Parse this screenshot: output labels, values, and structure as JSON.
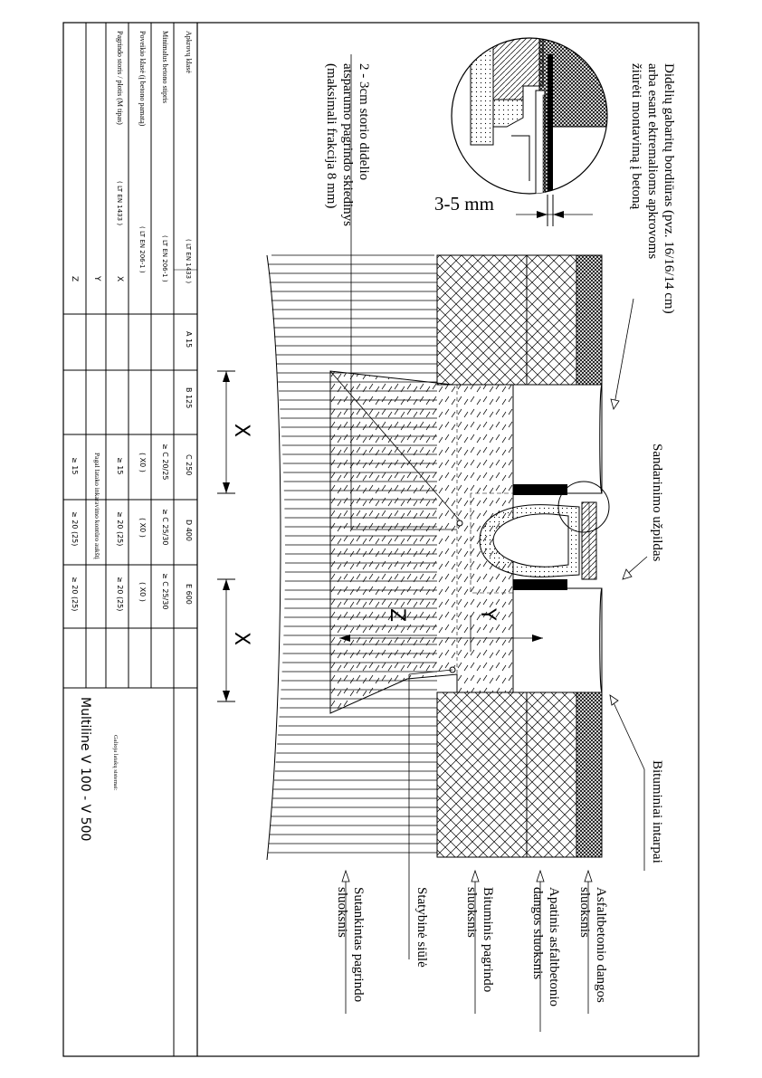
{
  "callouts": {
    "large_curbs": [
      "Didelių gabaritų bordiūras (pvz. 16/16/14 cm)",
      "arba esant ektremalioms apkrovoms",
      "žiūrėti montavimą į betoną"
    ],
    "gap": "3-5 mm",
    "sealant": "Sandarinimo užpildas",
    "bitumen_inserts": "Bituminiai intarpai",
    "gravel": [
      "2 - 3cm storio didelio",
      "atsparumo pagrindo skiedinys",
      "(maksimali frakcija 8 mm)"
    ],
    "asphalt_top": [
      "Asfaltbetonio dangos",
      "sluoksnis"
    ],
    "asphalt_bottom": [
      "Apatinis asfaltbetonio",
      "dangos sluoksnis"
    ],
    "bitumen_base": [
      "Bituminis pagrindo",
      "sluoksnis"
    ],
    "construction_joint": "Statybinė siūlė",
    "compacted_base": [
      "Sutankintas pagrindo",
      "sluoksnis"
    ]
  },
  "dims": {
    "x": "X",
    "y": "Y",
    "z": "Z"
  },
  "table": {
    "rows": {
      "load_class": "Apkrovų klasė",
      "load_std": "( LT EN 1433 )",
      "min_strength": "Minimalus betono stipris",
      "min_std": "( LT EN 206-1 )",
      "exposure": "Poveikio klasė (į betono pamatą)",
      "exposure_std": "( LT EN 206-1 )",
      "thickness": "Pagrindo storis / plotis (M tipas)",
      "thickness_std": "( LT EN 1433 )",
      "x": "X",
      "y": "Y",
      "z": "Z"
    },
    "classes": [
      "A 15",
      "B 125",
      "C 250",
      "D 400",
      "E 600"
    ],
    "strength": [
      "≥ C 20/25",
      "≥ C 25/30",
      "≥ C 25/30"
    ],
    "exposure": [
      "( X0 )",
      "( X0 )",
      "( X0 )"
    ],
    "x_values": [
      "≥ 15",
      "≥ 20 (25)",
      "≥ 20 (25)"
    ],
    "y_note": "Pagal latako inkaravimo kontūro aukštį",
    "z_values": [
      "≥ 15",
      "≥ 20 (25)",
      "≥ 20 (25)"
    ]
  },
  "title_block": {
    "valid_label": "Galioja latakų sistemai:",
    "system": "Multiline V 100 - V 500"
  }
}
